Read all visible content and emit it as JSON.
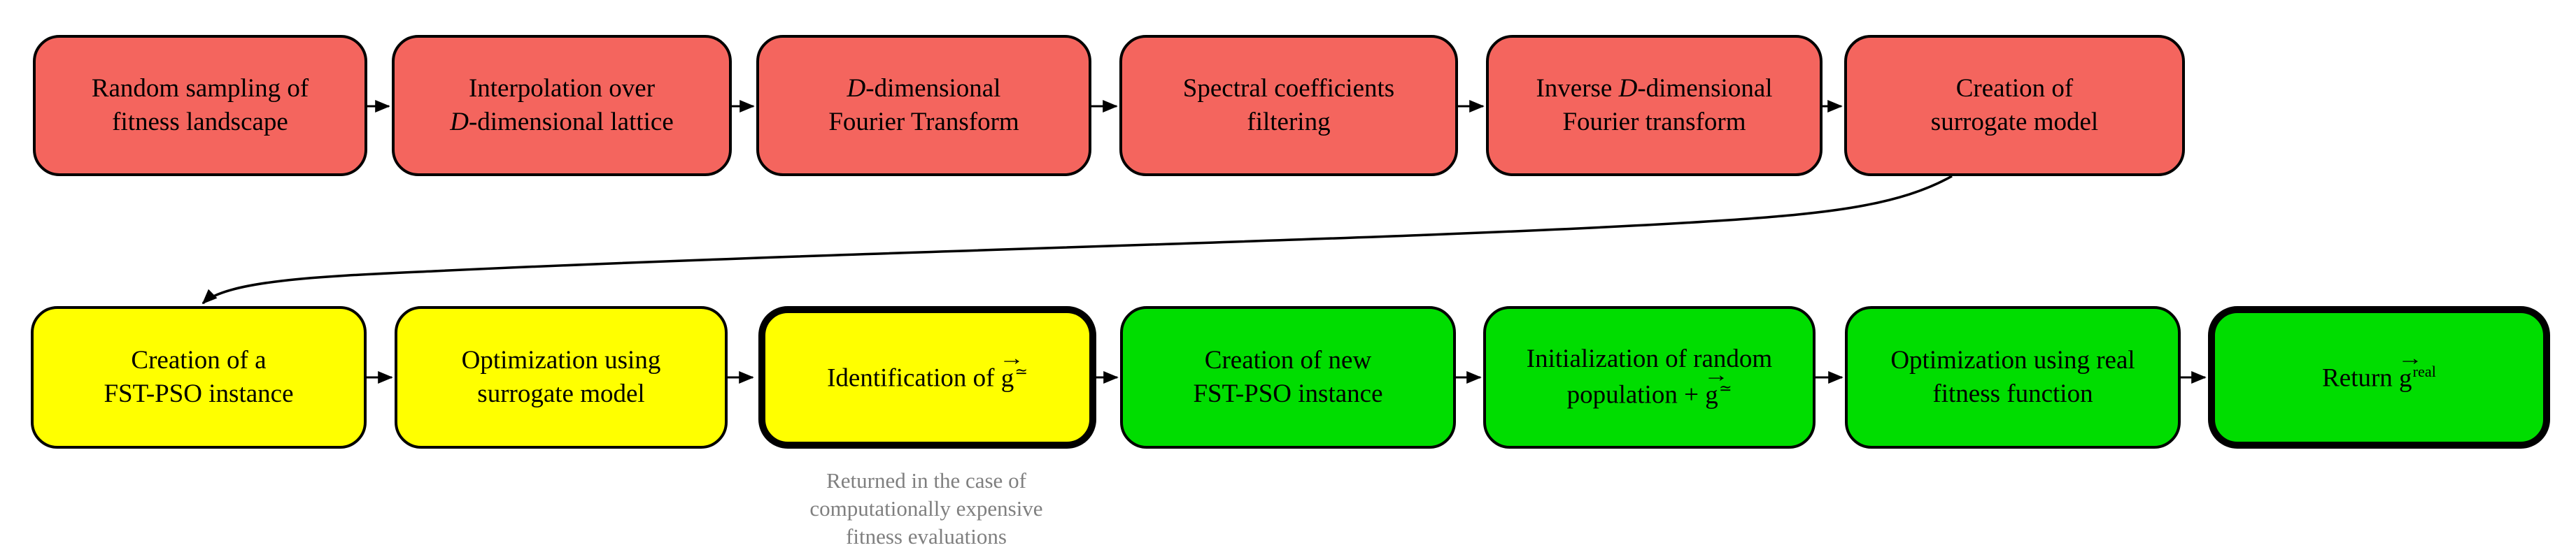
{
  "colors": {
    "red": "#F4655E",
    "yellow": "#FFFF00",
    "green": "#00DD00",
    "border": "#000000",
    "note_gray": "#7F7F7F"
  },
  "glyphs": {
    "vector_arrow": "→",
    "flow_arrowhead": "triangle-right"
  },
  "top_row": [
    {
      "fill": "red",
      "thick": false,
      "lines": [
        [
          {
            "t": "Random sampling of"
          }
        ],
        [
          {
            "t": "fitness landscape"
          }
        ]
      ]
    },
    {
      "fill": "red",
      "thick": false,
      "lines": [
        [
          {
            "t": "Interpolation over"
          }
        ],
        [
          {
            "t": "D",
            "i": true
          },
          {
            "t": "-dimensional lattice"
          }
        ]
      ]
    },
    {
      "fill": "red",
      "thick": false,
      "lines": [
        [
          {
            "t": "D",
            "i": true
          },
          {
            "t": "-dimensional"
          }
        ],
        [
          {
            "t": "Fourier Transform"
          }
        ]
      ]
    },
    {
      "fill": "red",
      "thick": false,
      "lines": [
        [
          {
            "t": "Spectral coefficients"
          }
        ],
        [
          {
            "t": "filtering"
          }
        ]
      ]
    },
    {
      "fill": "red",
      "thick": false,
      "lines": [
        [
          {
            "t": "Inverse "
          },
          {
            "t": "D",
            "i": true
          },
          {
            "t": "-dimensional"
          }
        ],
        [
          {
            "t": "Fourier transform"
          }
        ]
      ]
    },
    {
      "fill": "red",
      "thick": false,
      "lines": [
        [
          {
            "t": "Creation of"
          }
        ],
        [
          {
            "t": "surrogate model"
          }
        ]
      ]
    }
  ],
  "bottom_row": [
    {
      "fill": "yellow",
      "thick": false,
      "lines": [
        [
          {
            "t": "Creation of a"
          }
        ],
        [
          {
            "t": "FST-PSO instance"
          }
        ]
      ]
    },
    {
      "fill": "yellow",
      "thick": false,
      "lines": [
        [
          {
            "t": "Optimization using"
          }
        ],
        [
          {
            "t": "surrogate model"
          }
        ]
      ]
    },
    {
      "fill": "yellow",
      "thick": true,
      "lines": [
        [
          {
            "t": "Identification of "
          },
          {
            "t": "g",
            "vec": true
          },
          {
            "t": "≃",
            "sup": true
          }
        ]
      ]
    },
    {
      "fill": "green",
      "thick": false,
      "lines": [
        [
          {
            "t": "Creation of new"
          }
        ],
        [
          {
            "t": "FST-PSO instance"
          }
        ]
      ]
    },
    {
      "fill": "green",
      "thick": false,
      "lines": [
        [
          {
            "t": "Initialization of random"
          }
        ],
        [
          {
            "t": "population + "
          },
          {
            "t": "g",
            "vec": true
          },
          {
            "t": "≃",
            "sup": true
          }
        ]
      ]
    },
    {
      "fill": "green",
      "thick": false,
      "lines": [
        [
          {
            "t": "Optimization using real"
          }
        ],
        [
          {
            "t": "fitness function"
          }
        ]
      ]
    },
    {
      "fill": "green",
      "thick": true,
      "lines": [
        [
          {
            "t": "Return "
          },
          {
            "t": "g",
            "vec": true
          },
          {
            "t": "real",
            "sup": true
          }
        ]
      ]
    }
  ],
  "note": {
    "lines": [
      "Returned in the case of",
      "computationally expensive",
      "fitness evaluations"
    ]
  }
}
